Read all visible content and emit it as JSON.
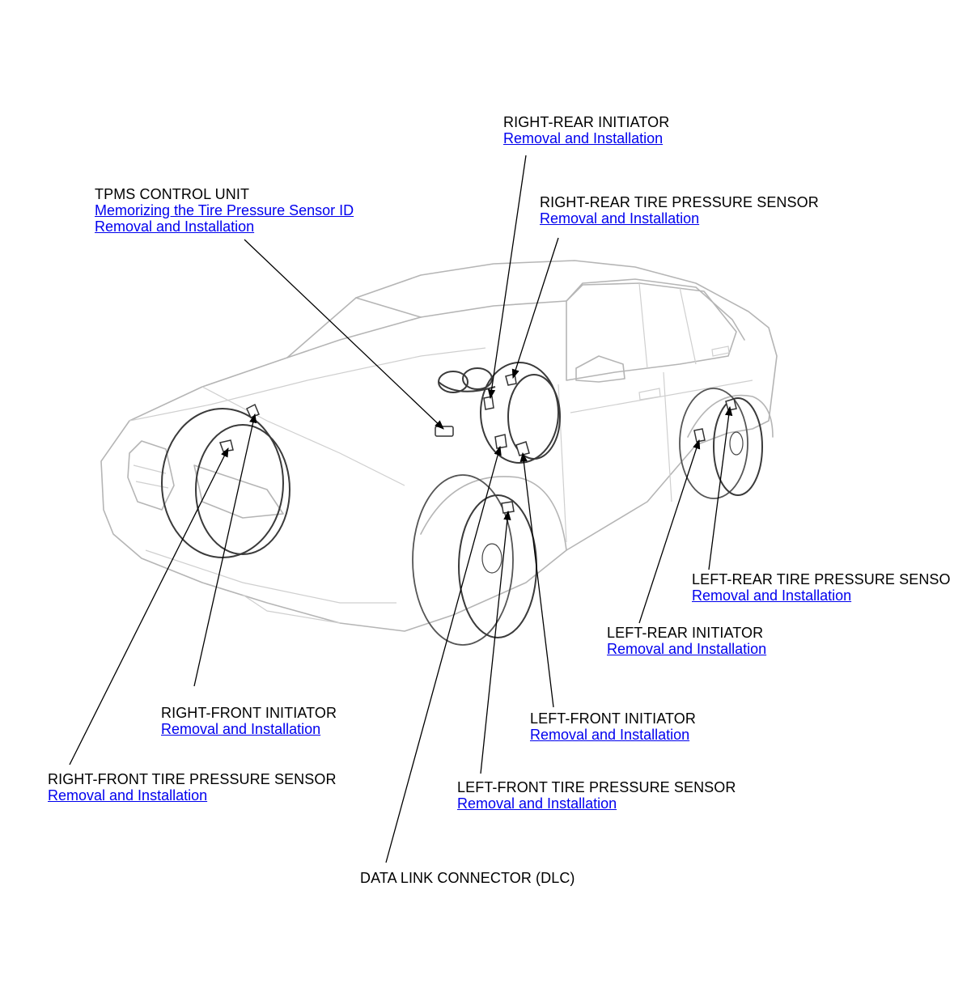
{
  "callouts": {
    "right_rear_initiator": {
      "title": "RIGHT-REAR INITIATOR",
      "links": [
        "Removal and Installation"
      ]
    },
    "tpms_control_unit": {
      "title": "TPMS CONTROL UNIT",
      "links": [
        "Memorizing the Tire Pressure Sensor ID",
        "Removal and Installation"
      ]
    },
    "right_rear_tire_pressure_sensor": {
      "title": "RIGHT-REAR TIRE PRESSURE SENSOR",
      "links": [
        "Removal and Installation"
      ]
    },
    "left_rear_tire_pressure_sensor": {
      "title": "LEFT-REAR TIRE PRESSURE SENSO",
      "links": [
        "Removal and Installation"
      ]
    },
    "left_rear_initiator": {
      "title": "LEFT-REAR INITIATOR",
      "links": [
        "Removal and Installation"
      ]
    },
    "right_front_initiator": {
      "title": "RIGHT-FRONT INITIATOR",
      "links": [
        "Removal and Installation"
      ]
    },
    "left_front_initiator": {
      "title": "LEFT-FRONT INITIATOR",
      "links": [
        "Removal and Installation"
      ]
    },
    "right_front_tire_pressure_sensor": {
      "title": "RIGHT-FRONT TIRE PRESSURE SENSOR",
      "links": [
        "Removal and Installation"
      ]
    },
    "left_front_tire_pressure_sensor": {
      "title": "LEFT-FRONT TIRE PRESSURE SENSOR",
      "links": [
        "Removal and Installation"
      ]
    },
    "data_link_connector": {
      "title": "DATA LINK CONNECTOR (DLC)",
      "links": []
    }
  },
  "colors": {
    "link": "#0000ee",
    "text": "#000000",
    "car_outline": "#b5b5b5",
    "highlight": "#3a3a3a"
  }
}
